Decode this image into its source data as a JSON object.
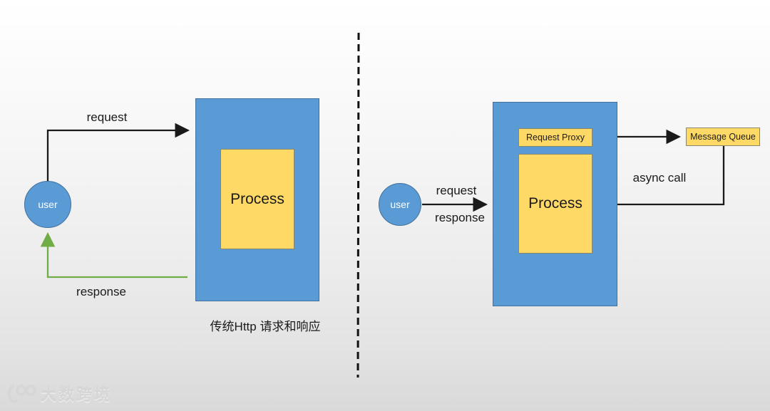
{
  "left_diagram": {
    "user_label": "user",
    "request_label": "request",
    "response_label": "response",
    "process_label": "Process",
    "caption": "传统Http 请求和响应"
  },
  "right_diagram": {
    "user_label": "user",
    "request_label": "request",
    "response_label": "response",
    "request_proxy_label": "Request Proxy",
    "process_label": "Process",
    "message_queue_label": "Message Queue",
    "async_call_label": "async call"
  },
  "watermark": {
    "brand_text": "大数跨境"
  },
  "colors": {
    "shape_blue_fill": "#5b9bd5",
    "shape_blue_border": "#41719c",
    "shape_yellow_fill": "#ffd966",
    "shape_yellow_border": "#87876b",
    "arrow_black": "#1a1a1a",
    "arrow_green": "#70ad47",
    "divider_black": "#111111",
    "background_top": "#ffffff",
    "background_bottom": "#d9d9d9",
    "user_text": "#ffffff",
    "watermark_gray": "#d6d6d6"
  }
}
